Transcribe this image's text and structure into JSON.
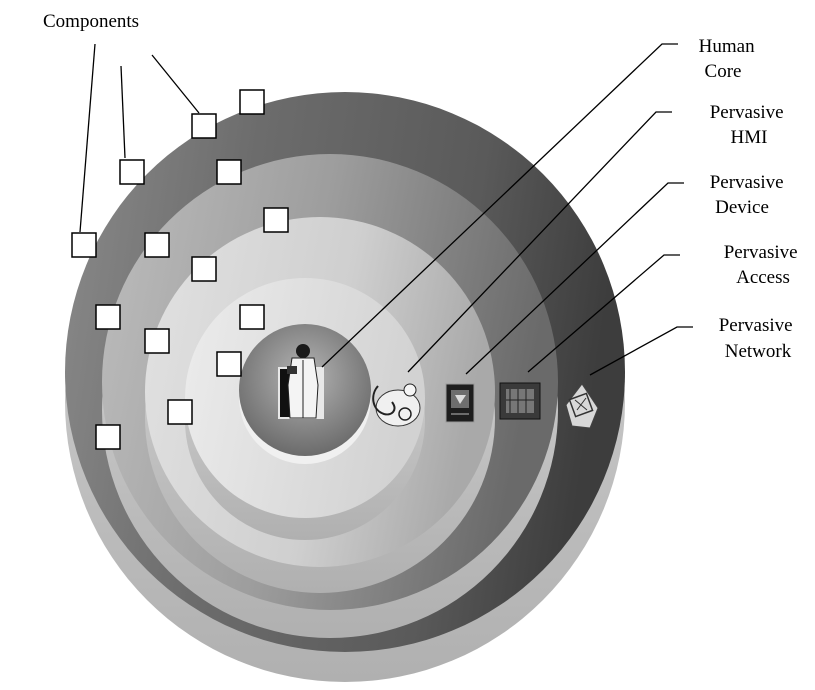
{
  "components_label": "Components",
  "layers": [
    {
      "id": "network",
      "lines": [
        "Pervasive",
        "Network"
      ],
      "icon": "chip-icon"
    },
    {
      "id": "access",
      "lines": [
        "Pervasive",
        "Access"
      ],
      "icon": "circuit-board-icon"
    },
    {
      "id": "device",
      "lines": [
        "Pervasive",
        "Device"
      ],
      "icon": "handheld-device-icon"
    },
    {
      "id": "hmi",
      "lines": [
        "Pervasive",
        "HMI"
      ],
      "icon": "stethoscope-doctor-icon"
    },
    {
      "id": "core",
      "lines": [
        "Human",
        "Core"
      ],
      "icon": "doctor-icon"
    }
  ],
  "colors": {
    "ring_dark": "#3a3a3a",
    "ring_light": "#e6e6e6",
    "side_band": "#c8c8c8",
    "component_box_fill": "#ffffff",
    "component_box_stroke": "#000000"
  }
}
